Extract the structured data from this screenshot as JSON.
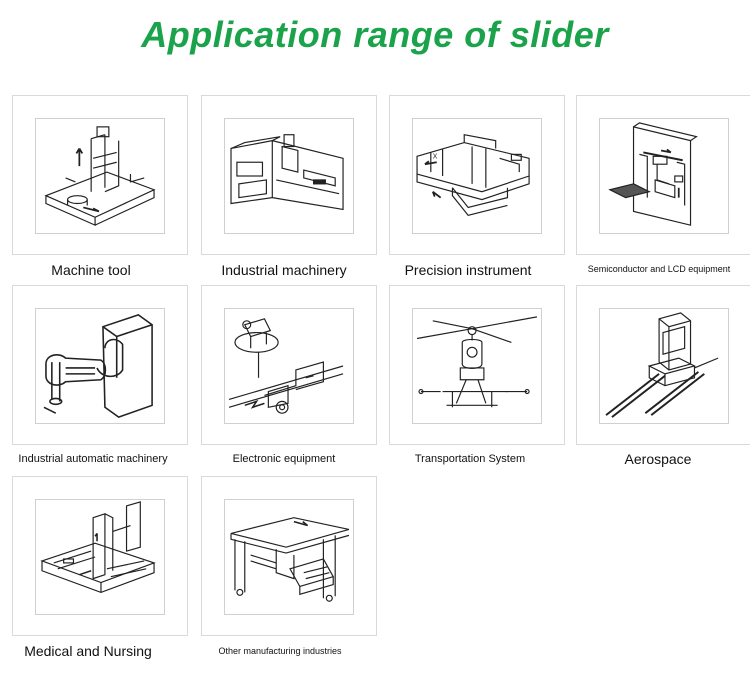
{
  "title": "Application range of slider",
  "items": [
    {
      "label": "Machine tool",
      "icon": "machine-tool-icon"
    },
    {
      "label": "Industrial machinery",
      "icon": "industrial-machinery-icon"
    },
    {
      "label": "Precision instrument",
      "icon": "precision-instrument-icon"
    },
    {
      "label": "Semiconductor and LCD equipment",
      "icon": "semiconductor-lcd-icon"
    },
    {
      "label": "Industrial automatic machinery",
      "icon": "industrial-robot-icon"
    },
    {
      "label": "Electronic equipment",
      "icon": "electronic-equipment-icon"
    },
    {
      "label": "Transportation System",
      "icon": "helicopter-icon"
    },
    {
      "label": "Aerospace",
      "icon": "aerospace-seat-icon"
    },
    {
      "label": "Medical and Nursing",
      "icon": "medical-equipment-icon"
    },
    {
      "label": "Other manufacturing industries",
      "icon": "manufacturing-gantry-icon"
    }
  ],
  "colors": {
    "title": "#1aa34a",
    "border": "#d9d9d9"
  }
}
